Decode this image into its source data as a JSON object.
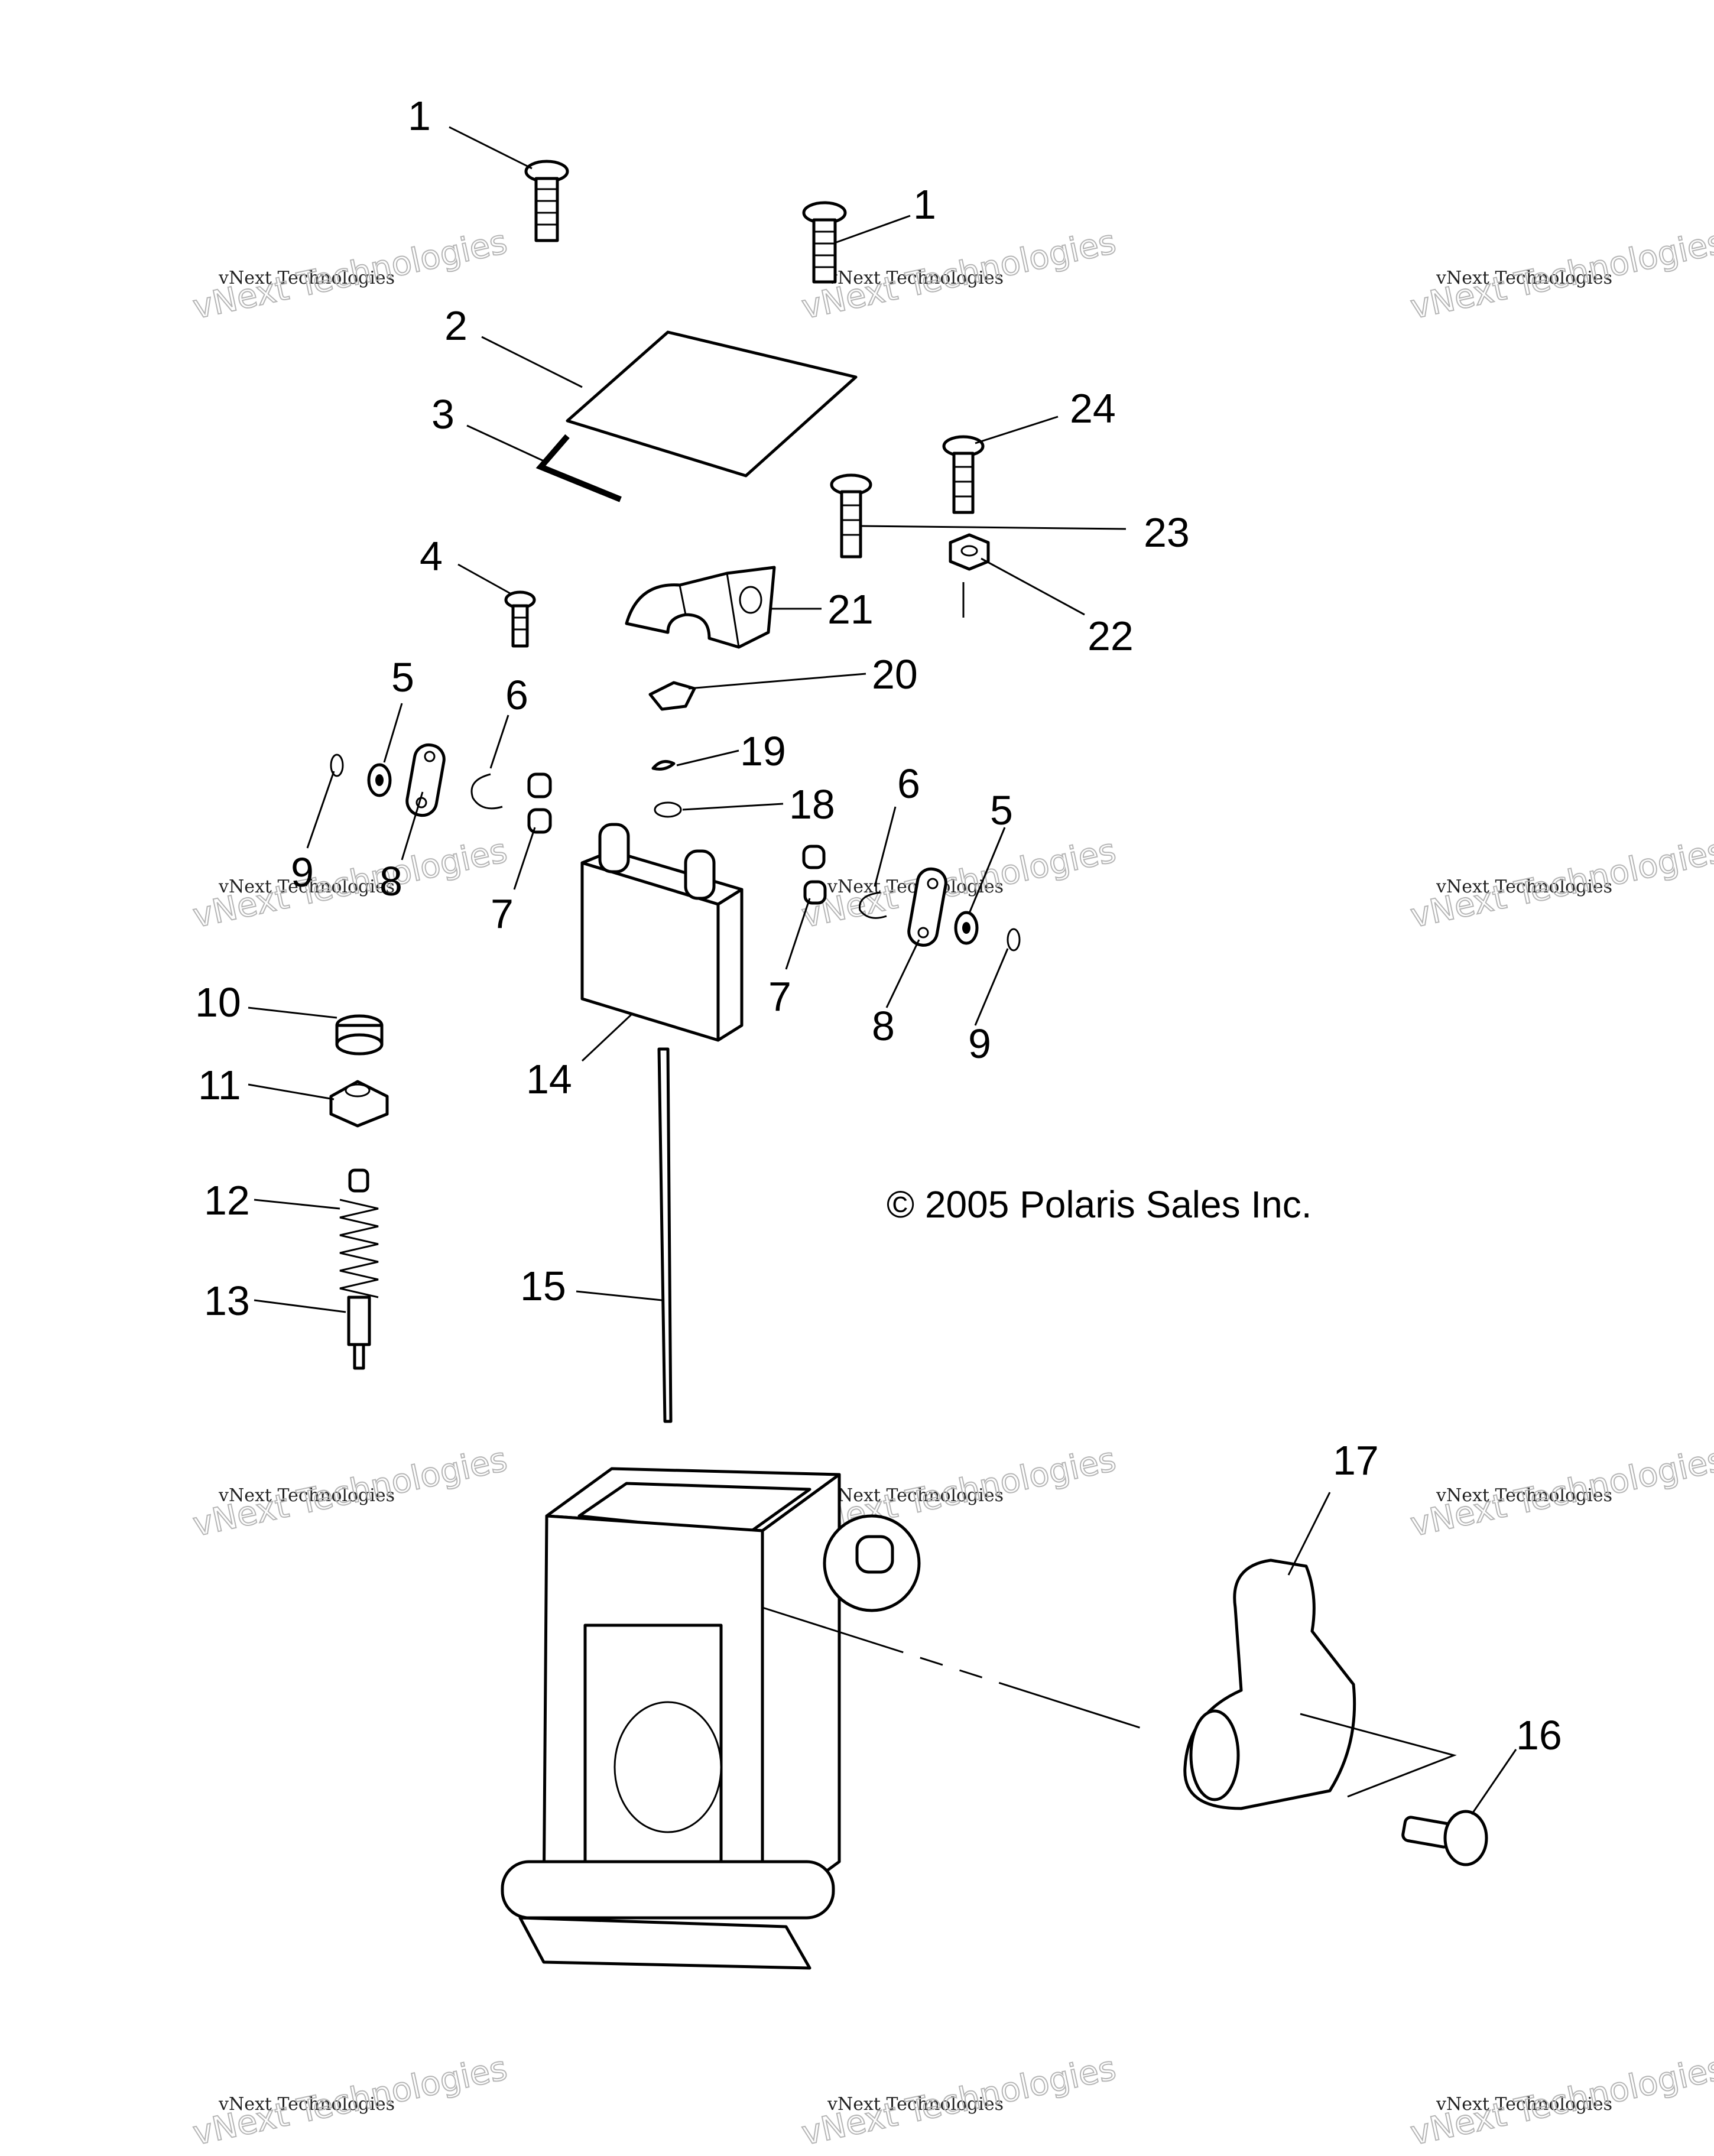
{
  "copyright": "© 2005 Polaris Sales Inc.",
  "watermark": {
    "line1": "vNext Technologies",
    "line2": "vNext Technologies"
  },
  "callouts": [
    "1",
    "1",
    "2",
    "3",
    "4",
    "5",
    "6",
    "7",
    "8",
    "9",
    "10",
    "11",
    "12",
    "13",
    "14",
    "15",
    "16",
    "17",
    "18",
    "19",
    "20",
    "21",
    "22",
    "23",
    "24",
    "5",
    "6",
    "7",
    "8",
    "9"
  ]
}
